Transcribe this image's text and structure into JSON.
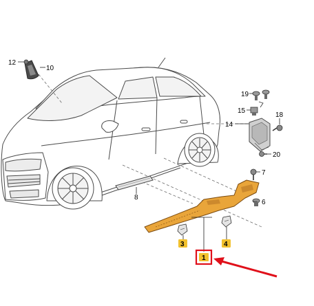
{
  "diagram": {
    "callouts": {
      "c1": "1",
      "c3": "3",
      "c4": "4",
      "c6": "6",
      "c7": "7",
      "c8": "8",
      "c10": "10",
      "c12": "12",
      "c14": "14",
      "c15": "15",
      "c18": "18",
      "c19": "19",
      "c20": "20"
    },
    "colors": {
      "highlight_part": "#e9a53a",
      "highlight_badge": "#f2c12e",
      "selection_box": "#e0101a",
      "arrow": "#e0101a",
      "outline": "#4a4a4a",
      "hidden_part_fill": "#d8d8d8"
    }
  }
}
